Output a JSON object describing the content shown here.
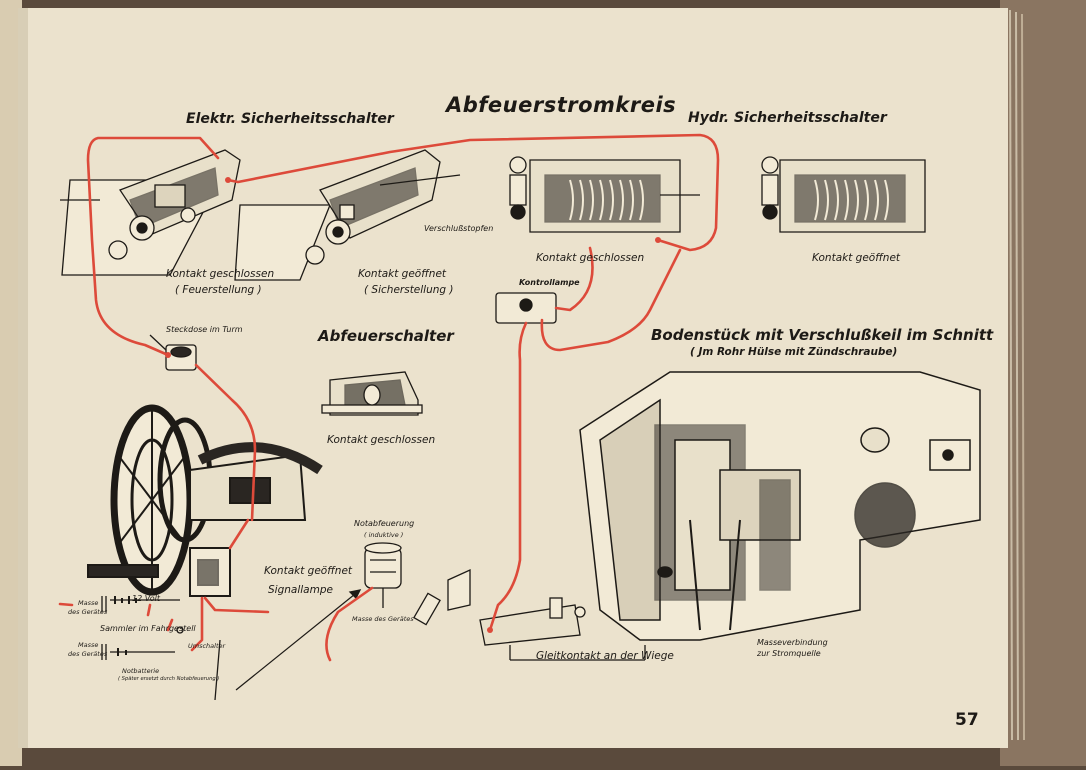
{
  "page": {
    "title": "Abfeuerstromkreis",
    "page_number": "57"
  },
  "sections": {
    "elektr_schalter": "Elektr. Sicherheitsschalter",
    "hydr_schalter": "Hydr. Sicherheitsschalter",
    "abfeuerschalter": "Abfeuerschalter",
    "bodenstueck_title": "Bodenstück mit Verschlußkeil im Schnitt",
    "bodenstueck_sub": "( Jm Rohr Hülse mit Zündschraube)"
  },
  "labels": {
    "kontakt_geschlossen_feuer": "Kontakt geschlossen",
    "feuerstellung": "( Feuerstellung )",
    "kontakt_geoeffnet_sicher": "Kontakt geöffnet",
    "sicherstellung": "( Sicherstellung )",
    "verschlussstopfen": "Verschlußstopfen",
    "hydr_kontakt_geschlossen": "Kontakt geschlossen",
    "hydr_kontakt_geoeffnet": "Kontakt geöffnet",
    "kontrollampe": "Kontrollampe",
    "steckdose": "Steckdose im Turm",
    "abfeuer_kontakt_geschlossen": "Kontakt geschlossen",
    "notabfeuerung": "Notabfeuerung",
    "induktive": "( induktive )",
    "masse_des_geraetes_center": "Masse des Gerätes",
    "kontakt_geoeffnet_hand": "Kontakt geöffnet",
    "signallampe": "Signallampe",
    "masse_des_geraetes_1a": "Masse",
    "masse_des_geraetes_1b": "des Gerätes",
    "zwoelf_volt": "12 Volt",
    "sammler": "Sammler im Fahrgestell",
    "masse_des_geraetes_2a": "Masse",
    "masse_des_geraetes_2b": "des Gerätes",
    "umschalter": "Umschalter",
    "notbatterie": "Notbatterie",
    "notbatterie_note": "( Später ersetzt durch Notabfeuerung )",
    "gleitkontakt": "Gleitkontakt an der Wiege",
    "masseverbindung": "Masseverbindung",
    "zur_stromquelle": "zur Stromquelle"
  },
  "colors": {
    "paper": "#ebe2cd",
    "ink": "#1d1a16",
    "wire": "#dd4a3a"
  }
}
